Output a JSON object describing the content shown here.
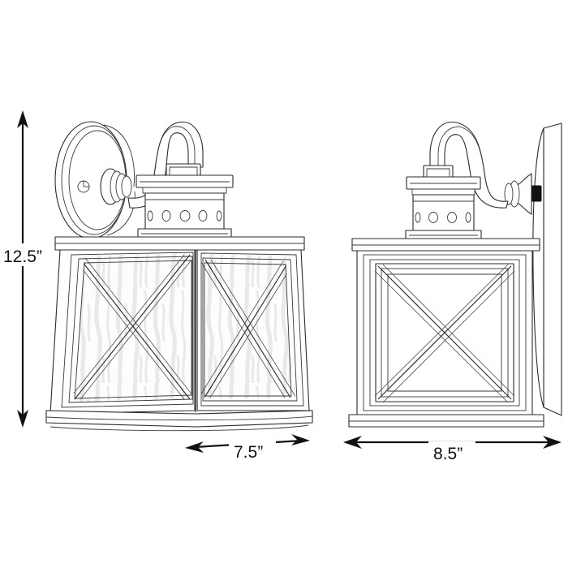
{
  "drawing": {
    "title": "Wall Lantern Dimension Drawing",
    "subject": "outdoor wall lantern with seeded water glass and X-brace cage",
    "line_color": "#2b2b2b",
    "background_color": "#ffffff",
    "glass_tint": "#e9e9e9"
  },
  "dimensions": {
    "height": {
      "label": "12.5”",
      "name": "height-dimension",
      "orientation": "vertical",
      "value": 12.5,
      "unit": "inches"
    },
    "front_width": {
      "label": "7.5”",
      "name": "front-width-dimension",
      "orientation": "horizontal",
      "value": 7.5,
      "unit": "inches"
    },
    "side_depth": {
      "label": "8.5”",
      "name": "side-depth-dimension",
      "orientation": "horizontal",
      "value": 8.5,
      "unit": "inches"
    }
  },
  "views": {
    "front": {
      "name": "front-view",
      "panels": 2,
      "vent_holes": 5,
      "backplate_shape": "round",
      "has_glass_texture": true
    },
    "side": {
      "name": "side-view",
      "panels": 1,
      "vent_holes": 4,
      "backplate_shape": "flat-slab",
      "has_glass_texture": false
    }
  }
}
